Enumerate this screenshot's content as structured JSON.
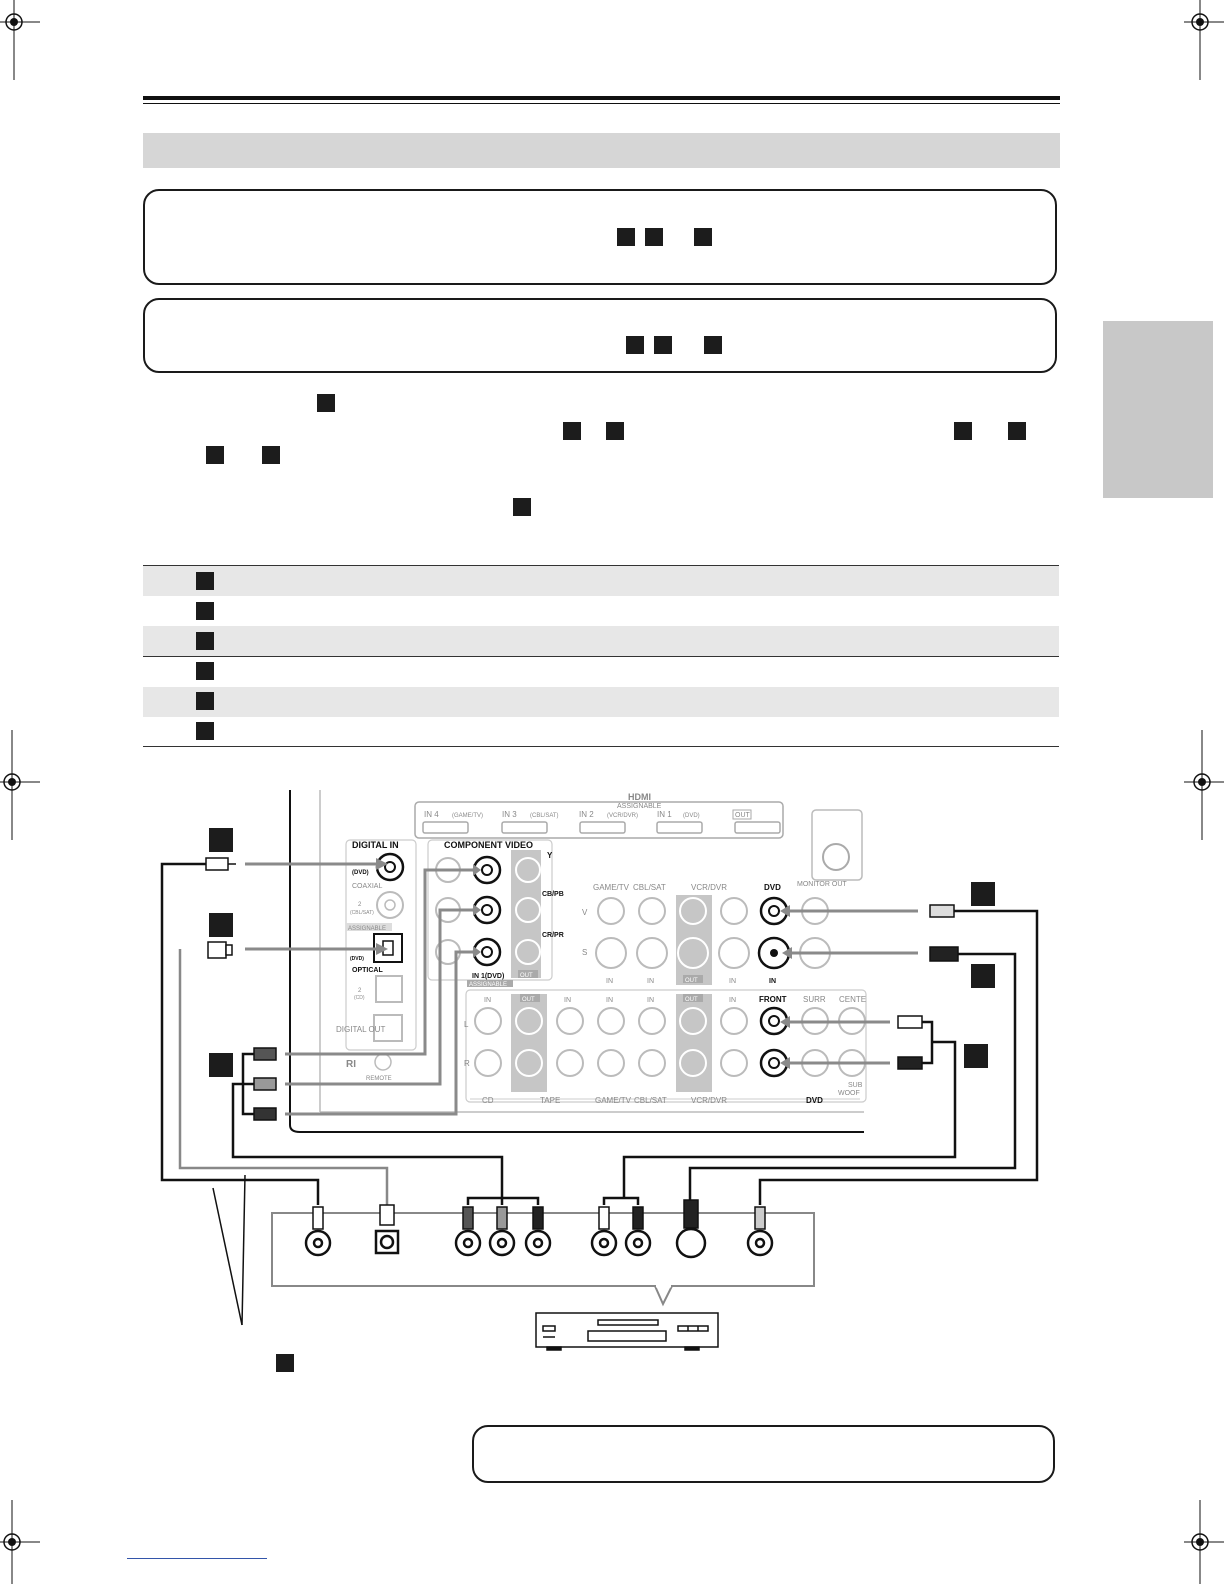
{
  "colors": {
    "dark": "#1c1c1c",
    "panel_grey": "#9a9a9a",
    "band_grey": "#d6d6d6",
    "row_shade": "#e7e7e7",
    "side_tab": "#c8c8c8"
  },
  "icons": [
    "registration-mark-icon",
    "receiver-rear-panel",
    "dvd-player-icon"
  ],
  "diagram": {
    "hdmi": {
      "header": "HDMI",
      "assignable": "ASSIGNABLE",
      "ports": [
        {
          "name": "IN 4",
          "source": "(GAME/TV)"
        },
        {
          "name": "IN 3",
          "source": "(CBL/SAT)"
        },
        {
          "name": "IN 2",
          "source": "(VCR/DVR)"
        },
        {
          "name": "IN 1",
          "source": "(DVD)"
        }
      ],
      "out": "OUT"
    },
    "digital_in": {
      "title": "DIGITAL IN",
      "coax_1": "(DVD)",
      "coaxial": "COAXIAL",
      "coax_2": "2",
      "coax_2_src": "(CBL/SAT)",
      "assignable": "ASSIGNABLE",
      "opt_1": "(DVD)",
      "optical": "OPTICAL",
      "opt_2": "2",
      "opt_2_src": "(CD)",
      "digital_out": "DIGITAL OUT",
      "ri": "RI",
      "remote": "REMOTE"
    },
    "component": {
      "title": "COMPONENT VIDEO",
      "y": "Y",
      "cb": "CB/PB",
      "cr": "CR/PR",
      "in1": "IN 1(DVD)",
      "assignable": "ASSIGNABLE",
      "out": "OUT"
    },
    "video": {
      "columns": [
        "GAME/TV",
        "CBL/SAT",
        "VCR/DVR",
        "DVD"
      ],
      "monitor_out": "MONITOR OUT",
      "v": "V",
      "s": "S",
      "in": "IN",
      "out": "OUT"
    },
    "audio": {
      "in": "IN",
      "out": "OUT",
      "l": "L",
      "r": "R",
      "front": "FRONT",
      "surr": "SURR",
      "center": "CENTE",
      "sub": "SUB",
      "woofer": "WOOF",
      "bottom": [
        "CD",
        "TAPE",
        "GAME/TV",
        "CBL/SAT",
        "VCR/DVR",
        "DVD"
      ]
    }
  }
}
